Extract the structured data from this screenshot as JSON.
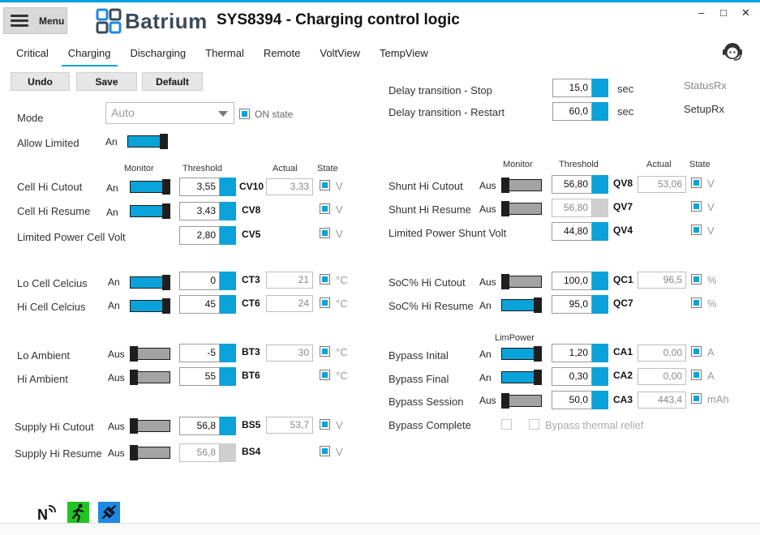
{
  "header": {
    "menu_label": "Menu",
    "logo_text": "Batrium",
    "title": "SYS8394 - Charging control logic",
    "minimize": "–",
    "maximize": "□",
    "close": "✕"
  },
  "tabs": [
    "Critical",
    "Charging",
    "Discharging",
    "Thermal",
    "Remote",
    "VoltView",
    "TempView"
  ],
  "active_tab": "Charging",
  "toolbar": {
    "undo": "Undo",
    "save": "Save",
    "default": "Default"
  },
  "mode": {
    "label": "Mode",
    "value": "Auto",
    "on_state_label": "ON state"
  },
  "allow_limited": {
    "label": "Allow Limited",
    "state": "An"
  },
  "delay": {
    "stop_label": "Delay transition - Stop",
    "stop_value": "15,0",
    "stop_unit": "sec",
    "restart_label": "Delay transition - Restart",
    "restart_value": "60,0",
    "restart_unit": "sec"
  },
  "status_rx": "StatusRx",
  "setup_rx": "SetupRx",
  "left_headers": {
    "monitor": "Monitor",
    "threshold": "Threshold",
    "actual": "Actual",
    "state": "State"
  },
  "right_headers": {
    "monitor": "Monitor",
    "threshold": "Threshold",
    "actual": "Actual",
    "state": "State"
  },
  "left_rows": {
    "cell_hi_cutout": {
      "label": "Cell Hi Cutout",
      "state": "An",
      "threshold": "3,55",
      "code": "CV10",
      "actual": "3,33",
      "unit": "V"
    },
    "cell_hi_resume": {
      "label": "Cell Hi Resume",
      "state": "An",
      "threshold": "3,43",
      "code": "CV8",
      "unit": "V"
    },
    "limited_power_cell_volt": {
      "label": "Limited Power Cell Volt",
      "threshold": "2,80",
      "code": "CV5",
      "unit": "V"
    },
    "lo_cell_celcius": {
      "label": "Lo Cell Celcius",
      "state": "An",
      "threshold": "0",
      "code": "CT3",
      "actual": "21",
      "unit": "°C"
    },
    "hi_cell_celcius": {
      "label": "Hi Cell Celcius",
      "state": "An",
      "threshold": "45",
      "code": "CT6",
      "actual": "24",
      "unit": "°C"
    },
    "lo_ambient": {
      "label": "Lo Ambient",
      "state": "Aus",
      "threshold": "-5",
      "code": "BT3",
      "actual": "30",
      "unit": "°C"
    },
    "hi_ambient": {
      "label": "Hi Ambient",
      "state": "Aus",
      "threshold": "55",
      "code": "BT6",
      "unit": "°C"
    },
    "supply_hi_cutout": {
      "label": "Supply Hi Cutout",
      "state": "Aus",
      "threshold": "56,8",
      "code": "BS5",
      "actual": "53,7",
      "unit": "V"
    },
    "supply_hi_resume": {
      "label": "Supply Hi Resume",
      "state": "Aus",
      "threshold": "56,8",
      "code": "BS4",
      "unit": "V"
    }
  },
  "right_rows": {
    "shunt_hi_cutout": {
      "label": "Shunt Hi Cutout",
      "state": "Aus",
      "threshold": "56,80",
      "code": "QV8",
      "actual": "53,06",
      "unit": "V"
    },
    "shunt_hi_resume": {
      "label": "Shunt Hi Resume",
      "state": "Aus",
      "threshold": "56,80",
      "code": "QV7",
      "unit": "V"
    },
    "limited_power_shunt_volt": {
      "label": "Limited Power Shunt Volt",
      "threshold": "44,80",
      "code": "QV4",
      "unit": "V"
    },
    "soc_hi_cutout": {
      "label": "SoC% Hi Cutout",
      "state": "Aus",
      "threshold": "100,0",
      "code": "QC1",
      "actual": "96,5",
      "unit": "%"
    },
    "soc_hi_resume": {
      "label": "SoC% Hi Resume",
      "state": "An",
      "threshold": "95,0",
      "code": "QC7",
      "unit": "%"
    },
    "limpower_header": "LimPower",
    "bypass_initial": {
      "label": "Bypass Inital",
      "state": "An",
      "threshold": "1,20",
      "code": "CA1",
      "actual": "0,00",
      "unit": "A"
    },
    "bypass_final": {
      "label": "Bypass Final",
      "state": "An",
      "threshold": "0,30",
      "code": "CA2",
      "actual": "0,00",
      "unit": "A"
    },
    "bypass_session": {
      "label": "Bypass Session",
      "state": "Aus",
      "threshold": "50,0",
      "code": "CA3",
      "actual": "443,4",
      "unit": "mAh"
    },
    "bypass_complete": {
      "label": "Bypass Complete",
      "thermal_relief": "Bypass thermal relief"
    }
  },
  "colors": {
    "accent": "#0aa3d9",
    "title_bar": "#00a0e0",
    "green_status": "#22c422",
    "blue_status": "#1e88e5"
  }
}
